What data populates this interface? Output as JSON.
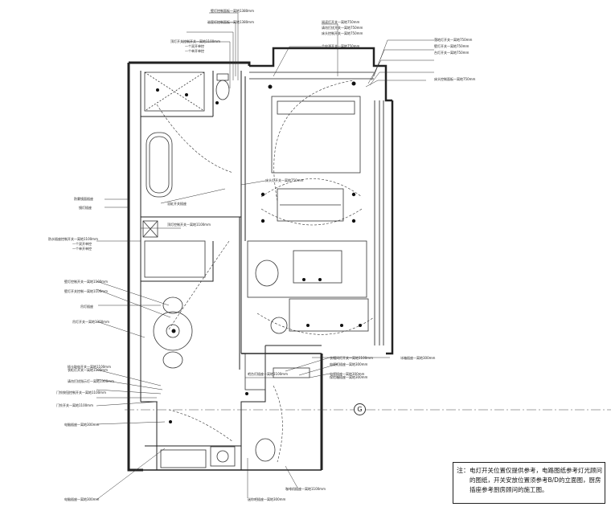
{
  "grid_mark": "G",
  "note": {
    "title": "注：",
    "lines": [
      "电灯开关位置仅提供参考，电路图纸参考灯光顾问",
      "的图纸，开关安放位置须参考B/D的立面图，厨房",
      "插座参考厨房顾问的施工图。"
    ]
  },
  "labels": {
    "t1": "壁灯控制面板—离地1380mm",
    "t2": "浴室灯控制面板—离地1380mm",
    "t3": "顶灯开关控制开关—离地1100mm",
    "t4": "一个双开单控",
    "t5": "一个单开单控",
    "t6": "阅读灯开关—离地750mm",
    "t7": "请勿打扰开关—离地750mm",
    "t8": "床头控制开关—离地750mm",
    "t9": "总电源开关—离地750mm",
    "t10": "落地灯开关—离地750mm",
    "t11": "壁灯开关—离地750mm",
    "t12": "台灯开关—离地750mm",
    "t13": "床头控制面板—离地750mm",
    "l1": "防雾镜面插座",
    "l2": "镜灯插座",
    "l3": "浴缸开关插座",
    "l4": "顶灯控制开关—离地1100mm",
    "l5": "防水插座控制开关—离地1100mm",
    "l6": "一个双开单控",
    "l7": "一个单开单控",
    "l8": "壁灯控制开关—离地1100mm",
    "l9": "壁灯开关控制—离地1100mm",
    "l10": "吊灯插座",
    "l11": "吊灯开关—离地1300mm",
    "l12": "插卡取电开关—离地1100mm",
    "l13": "衣柜灯开关—离地1100mm",
    "l14": "请勿打扰指示灯—离地1300mm",
    "l15": "门铃按钮控制开关—离地1100mm",
    "l16": "门铃开关—离地1100mm",
    "l17": "电脑插座—离地300mm",
    "m1": "床头灯开关—离地750mm",
    "m2": "衣帽间灯开关—离地1100mm",
    "m3": "电视柜插座—离地300mm",
    "m4": "电视插座—离地300mm",
    "m5": "冰箱插座—离地300mm",
    "m6": "吧台灯插座—离地1100mm",
    "m7": "咖啡机插座—离地1100mm",
    "m8": "迷你吧插座—离地300mm",
    "m9": "保险箱插座—离地300mm"
  }
}
